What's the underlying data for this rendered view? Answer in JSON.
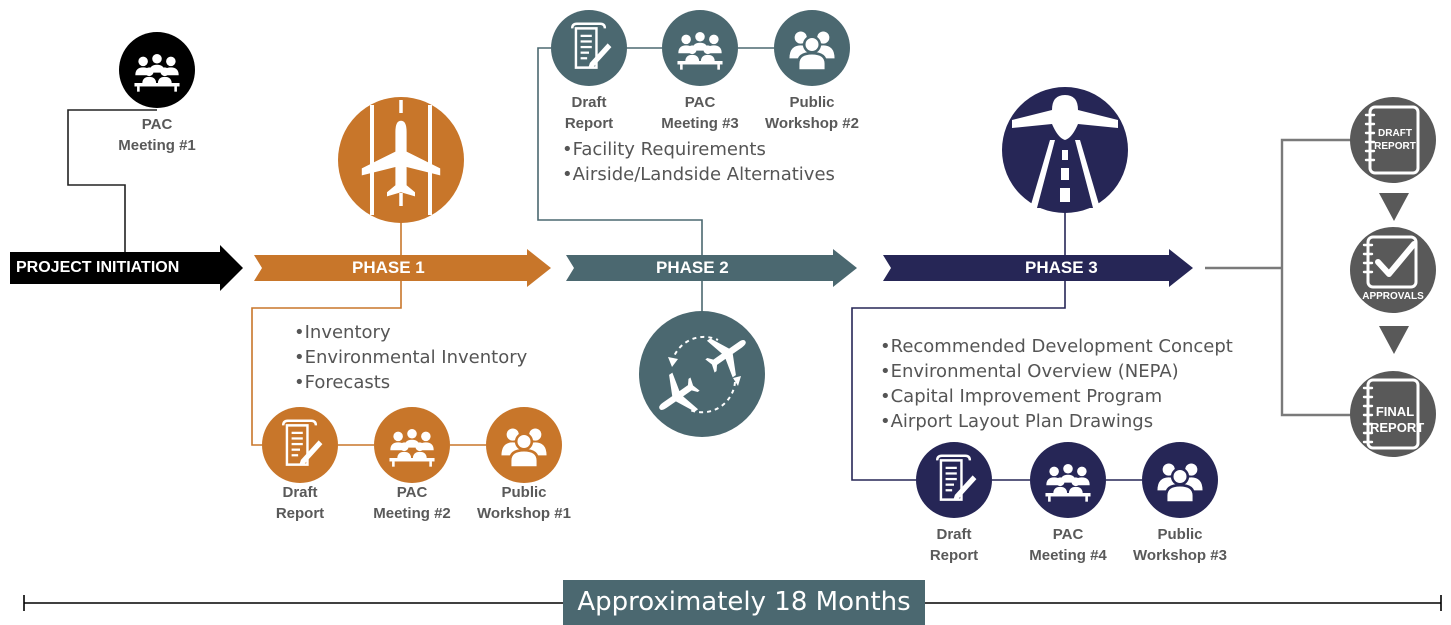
{
  "colors": {
    "black": "#000000",
    "orange": "#c8762a",
    "teal": "#4b6870",
    "navy": "#262656",
    "gray": "#595959",
    "connector": "#7a7a7a"
  },
  "pac_meeting_1": {
    "line1": "PAC",
    "line2": "Meeting #1",
    "icon": "meeting-icon"
  },
  "arrows": {
    "initiation": "PROJECT INITIATION",
    "phase1": "PHASE 1",
    "phase2": "PHASE 2",
    "phase3": "PHASE 3"
  },
  "phase1": {
    "icon": "runway-plane-icon",
    "bullets": [
      "•Inventory",
      "•Environmental Inventory",
      "•Forecasts"
    ],
    "nodes": [
      {
        "line1": "Draft",
        "line2": "Report",
        "icon": "document-pen-icon"
      },
      {
        "line1": "PAC",
        "line2": "Meeting #2",
        "icon": "meeting-icon"
      },
      {
        "line1": "Public",
        "line2": "Workshop #1",
        "icon": "people-icon"
      }
    ]
  },
  "phase2": {
    "icon": "planes-cycle-icon",
    "bullets": [
      "•Facility Requirements",
      "•Airside/Landside Alternatives"
    ],
    "nodes": [
      {
        "line1": "Draft",
        "line2": "Report",
        "icon": "document-pen-icon"
      },
      {
        "line1": "PAC",
        "line2": "Meeting #3",
        "icon": "meeting-icon"
      },
      {
        "line1": "Public",
        "line2": "Workshop #2",
        "icon": "people-icon"
      }
    ]
  },
  "phase3": {
    "icon": "plane-landing-icon",
    "bullets": [
      "•Recommended Development Concept",
      "•Environmental Overview (NEPA)",
      "•Capital Improvement Program",
      "•Airport Layout Plan Drawings"
    ],
    "nodes": [
      {
        "line1": "Draft",
        "line2": "Report",
        "icon": "document-pen-icon"
      },
      {
        "line1": "PAC",
        "line2": "Meeting #4",
        "icon": "meeting-icon"
      },
      {
        "line1": "Public",
        "line2": "Workshop #3",
        "icon": "people-icon"
      }
    ]
  },
  "deliverables": {
    "draft_line1": "DRAFT",
    "draft_line2": "REPORT",
    "approvals": "APPROVALS",
    "final_line1": "FINAL",
    "final_line2": "REPORT"
  },
  "timeline": {
    "label": "Approximately 18 Months"
  }
}
